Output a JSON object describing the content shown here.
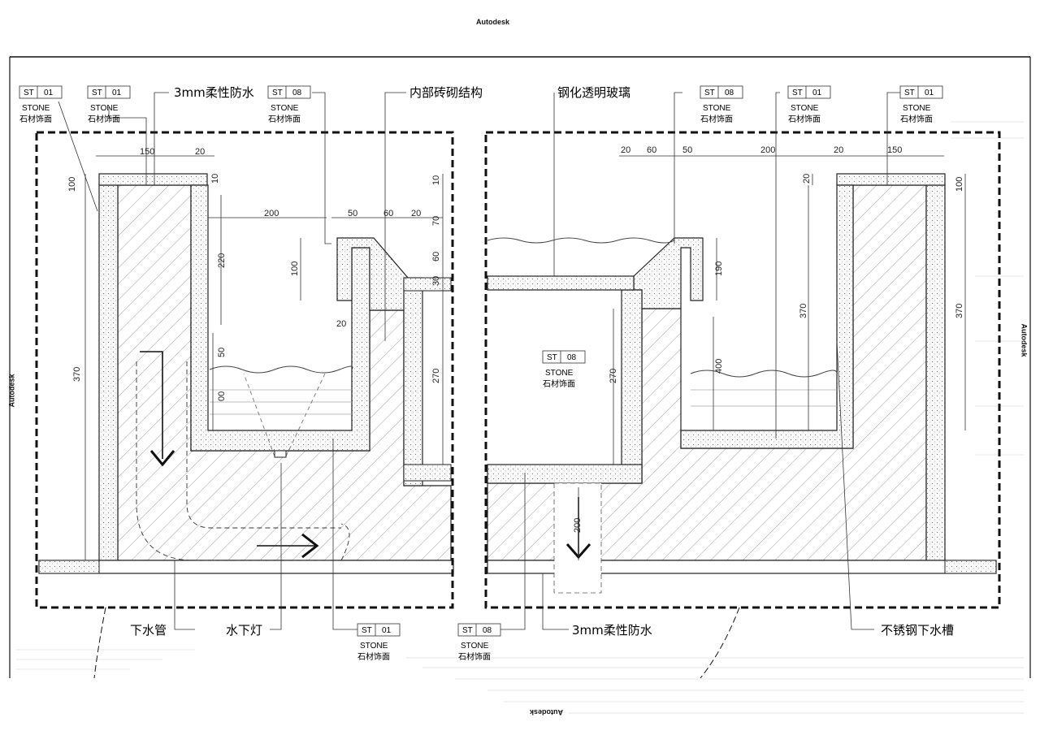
{
  "watermark": "Autodesk",
  "material_tags": [
    {
      "code_a": "ST",
      "code_b": "01",
      "name_en": "STONE",
      "name_cn": "石材饰面"
    },
    {
      "code_a": "ST",
      "code_b": "08",
      "name_en": "STONE",
      "name_cn": "石材饰面"
    }
  ],
  "labels": {
    "waterproof": "3mm柔性防水",
    "brick": "内部砖砌结构",
    "glass": "钢化透明玻璃",
    "drain_pipe": "下水管",
    "underwater_light": "水下灯",
    "steel_trough": "不锈钢下水槽"
  },
  "dims_left": {
    "w150": "150",
    "w20a": "20",
    "h100": "100",
    "h10a": "10",
    "h10b": "10",
    "h370": "370",
    "w200": "200",
    "w50": "50",
    "w60": "60",
    "w20b": "20",
    "h70": "70",
    "h220": "220",
    "h100b": "100",
    "h60": "60",
    "h30": "30",
    "w20c": "20",
    "h50": "50",
    "h00": "00",
    "h270": "270"
  },
  "dims_right": {
    "w20a": "20",
    "w60": "60",
    "w50": "50",
    "w200": "200",
    "w20b": "20",
    "w150": "150",
    "h20": "20",
    "h100": "100",
    "h190": "190",
    "h370a": "370",
    "h370b": "370",
    "h400": "400",
    "h270": "270",
    "h200": "200"
  }
}
